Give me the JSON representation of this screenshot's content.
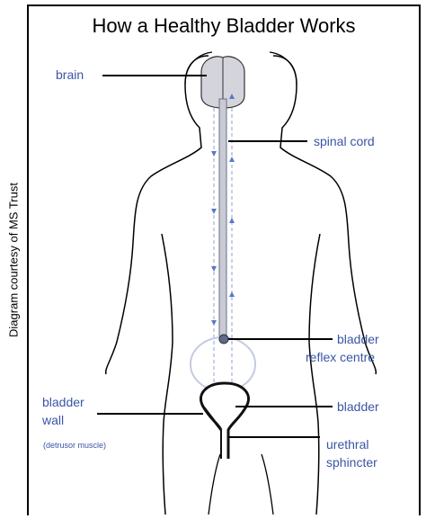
{
  "title": "How a Healthy Bladder Works",
  "credit": "Diagram courtesy of MS Trust",
  "labels": {
    "brain": "brain",
    "spinal_cord": "spinal cord",
    "reflex_line1": "bladder",
    "reflex_line2": "reflex centre",
    "bladder_wall_line1": "bladder",
    "bladder_wall_line2": "wall",
    "detrusor": "(detrusor muscle)",
    "bladder": "bladder",
    "urethral_line1": "urethral",
    "urethral_line2": "sphincter"
  },
  "colors": {
    "label_text": "#3a55a5",
    "body_outline": "#000000",
    "spine": "#8a8fa8",
    "arrow": "#5b78c4"
  },
  "icons": [
    "human-body-outline",
    "brain-icon",
    "spinal-cord",
    "bladder-shape"
  ]
}
